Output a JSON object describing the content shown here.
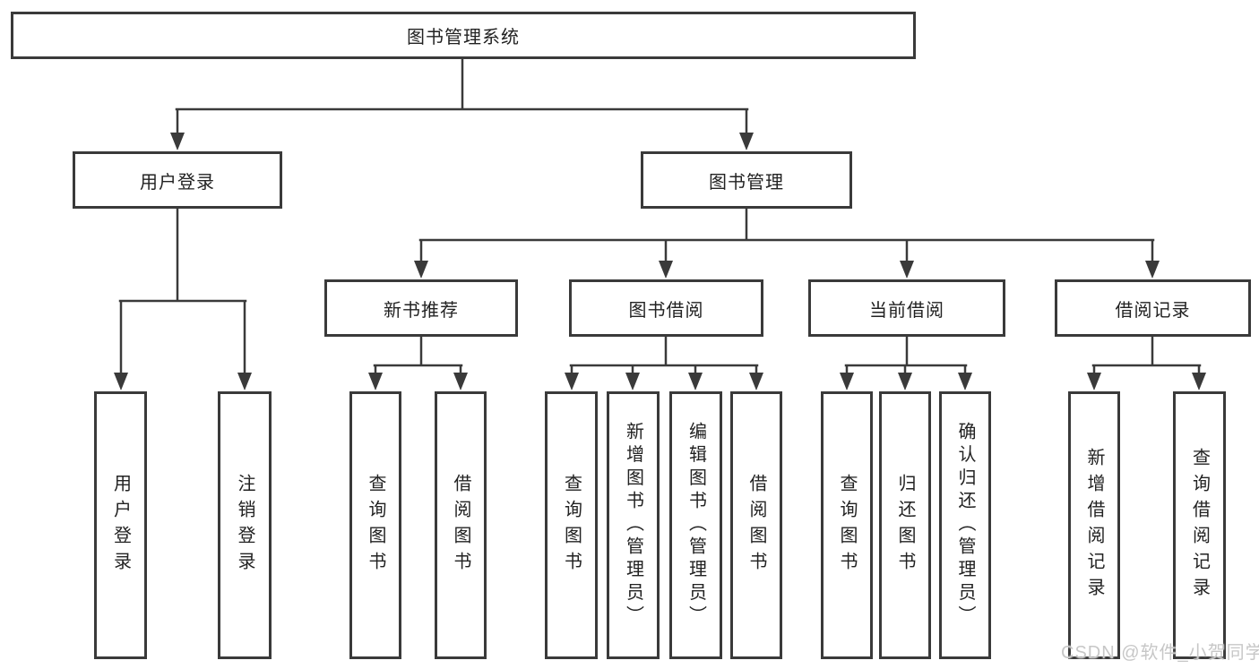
{
  "diagram": {
    "title": "图书管理系统",
    "level2": [
      "用户登录",
      "图书管理"
    ],
    "level3": [
      "新书推荐",
      "图书借阅",
      "当前借阅",
      "借阅记录"
    ],
    "leaves": {
      "user": [
        "用户登录",
        "注销登录"
      ],
      "recommend": [
        "查询图书",
        "借阅图书"
      ],
      "borrow": [
        "查询图书",
        "新增图书（管理员）",
        "编辑图书（管理员）",
        "借阅图书"
      ],
      "current": [
        "查询图书",
        "归还图书",
        "确认归还（管理员）"
      ],
      "records": [
        "新增借阅记录",
        "查询借阅记录"
      ]
    },
    "watermark": "CSDN @软件_小贺同学",
    "colors": {
      "line": "#3a3a3a",
      "text": "#222222",
      "background": "#ffffff",
      "watermark_color": "#c7c7c7"
    }
  }
}
